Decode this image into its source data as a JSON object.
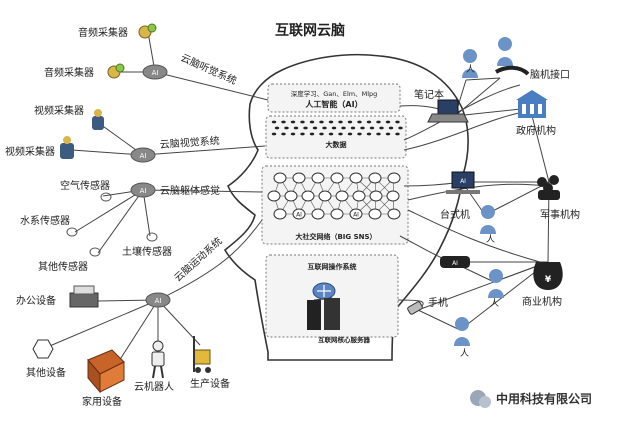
{
  "title": "互联网云脑",
  "systems": {
    "hearing": "云脑听觉系统",
    "vision": "云脑视觉系统",
    "body": "云脑躯体感觉",
    "motion": "云脑运动系统"
  },
  "ai_label": "AI",
  "left_devices": {
    "audio1": "音频采集器",
    "audio2": "音频采集器",
    "video1": "视频采集器",
    "video2": "视频采集器",
    "air": "空气传感器",
    "water": "水系传感器",
    "soil": "土壤传感器",
    "other_sensor": "其他传感器",
    "office": "办公设备",
    "other_device": "其他设备",
    "home": "家用设备",
    "robot": "云机器人",
    "production": "生产设备"
  },
  "brain": {
    "ai_caption": "深度学习、Gan、Elm、Mlpg",
    "ai_title": "人工智能（AI）",
    "big_data": "大数据",
    "sns": "大社交网络（BIG SNS）",
    "os": "互联网操作系统",
    "core": "互联网核心服务器"
  },
  "right": {
    "notebook": "笔记本",
    "bci": "脑机接口",
    "gov": "政府机构",
    "desktop": "台式机",
    "military": "军事机构",
    "person": "人",
    "phone": "手机",
    "business": "商业机构"
  },
  "watermark": "中用科技有限公司"
}
